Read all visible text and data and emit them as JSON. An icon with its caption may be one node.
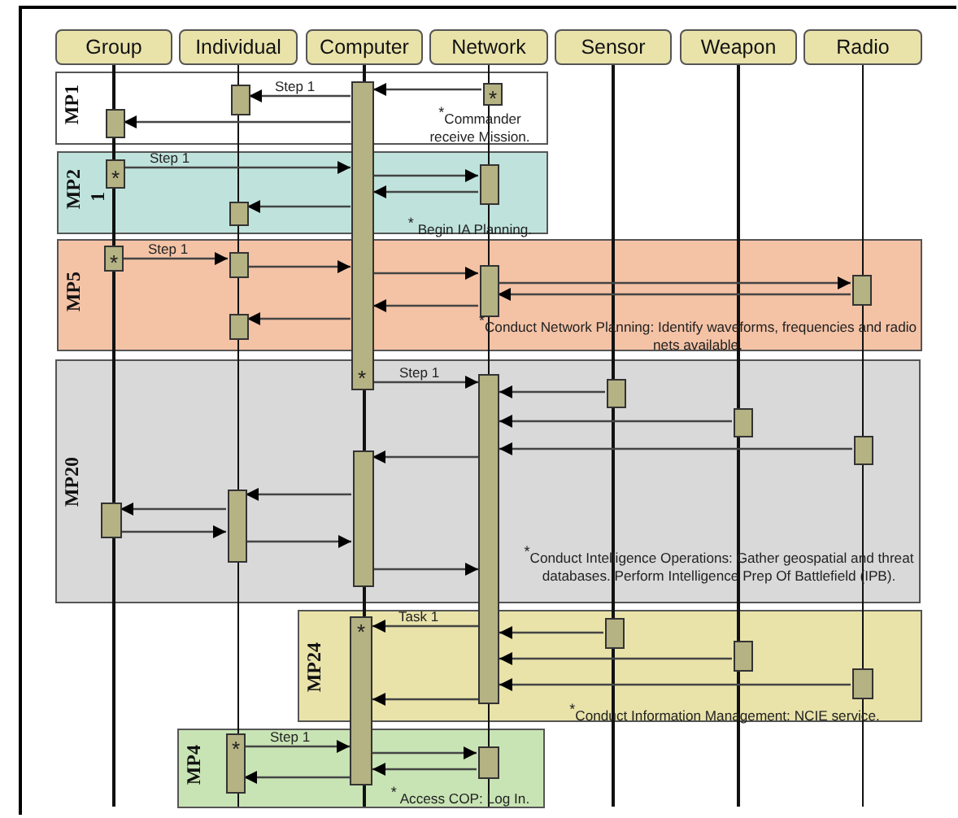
{
  "diagram": {
    "nodes": [
      {
        "text": [
          "Group"
        ]
      },
      {
        "text": [
          "Individual"
        ]
      },
      {
        "text": [
          "Computer"
        ]
      },
      {
        "text": [
          "Network"
        ]
      },
      {
        "text": [
          "Sensor"
        ]
      },
      {
        "text": [
          "Weapon"
        ]
      },
      {
        "text": [
          "Radio"
        ]
      },
      {
        "text": [
          "MP1",
          "$^{*}$Commander receive Mission."
        ]
      },
      {
        "text": [],
        "shape": "bar",
        "in": 7
      },
      {
        "text": [
          "*"
        ],
        "in": 7
      },
      {
        "text": [],
        "shape": "bar",
        "in": 7
      },
      {
        "text": [
          "*"
        ]
      },
      {
        "text": [
          "MP2",
          "1",
          "$^{*}$ Begin IA Planning."
        ]
      },
      {
        "text": [
          "*"
        ],
        "in": 12
      },
      {
        "text": [],
        "shape": "bar",
        "in": 12
      },
      {
        "text": [],
        "shape": "bar",
        "in": 12
      },
      {
        "text": [
          "MP5",
          "$^{*}$Conduct Network Planning: Identify waveforms, frequencies and radio nets available."
        ]
      },
      {
        "text": [
          "*"
        ],
        "in": 16
      },
      {
        "text": [],
        "shape": "bar",
        "in": 16
      },
      {
        "text": [],
        "shape": "bar",
        "in": 16
      },
      {
        "text": [],
        "shape": "bar",
        "in": 16
      },
      {
        "text": [],
        "shape": "bar",
        "in": 16
      },
      {
        "text": [
          "MP20",
          "$^{*}$Conduct Intelligence Operations: Gather geospatial and threat databases.  Perform Intelligence Prep Of Battlefield (IPB)."
        ]
      },
      {
        "text": [],
        "shape": "bar"
      },
      {
        "text": [],
        "shape": "bar",
        "in": 22
      },
      {
        "text": [],
        "shape": "bar",
        "in": 22
      },
      {
        "text": [],
        "shape": "bar",
        "in": 22
      },
      {
        "text": [],
        "shape": "bar",
        "in": 22
      },
      {
        "text": [],
        "shape": "bar",
        "in": 22
      },
      {
        "text": [],
        "shape": "bar",
        "in": 22
      },
      {
        "text": [
          "MP24",
          "$^{*}$Conduct Information Management: NCIE service."
        ]
      },
      {
        "text": [
          "*"
        ]
      },
      {
        "text": [],
        "shape": "bar",
        "in": 30
      },
      {
        "text": [],
        "shape": "bar",
        "in": 30
      },
      {
        "text": [],
        "shape": "bar",
        "in": 30
      },
      {
        "text": [
          "MP4",
          "$^{*}$ Access COP: Log In."
        ]
      },
      {
        "text": [
          "*"
        ],
        "in": 35
      },
      {
        "text": [],
        "shape": "bar",
        "in": 35
      },
      {
        "text": [],
        "shape": "line"
      },
      {
        "text": [],
        "shape": "line"
      },
      {
        "text": [],
        "shape": "line"
      },
      {
        "text": [],
        "shape": "line"
      },
      {
        "text": [],
        "shape": "line"
      },
      {
        "text": [],
        "shape": "line"
      },
      {
        "text": [],
        "shape": "line"
      }
    ],
    "edges": [
      {
        "from": 11,
        "to": 8,
        "arrow": "to",
        "label": "Step 1"
      },
      {
        "from": 9,
        "to": 11,
        "arrow": "to"
      },
      {
        "from": 11,
        "to": 10,
        "arrow": "to"
      },
      {
        "from": 13,
        "to": 11,
        "arrow": "to",
        "label": "Step 1"
      },
      {
        "from": 11,
        "to": 14,
        "arrow": "to"
      },
      {
        "from": 14,
        "to": 11,
        "arrow": "to"
      },
      {
        "from": 11,
        "to": 15,
        "arrow": "to"
      },
      {
        "from": 17,
        "to": 18,
        "arrow": "to",
        "label": "Step 1"
      },
      {
        "from": 18,
        "to": 11,
        "arrow": "to"
      },
      {
        "from": 11,
        "to": 19,
        "arrow": "to"
      },
      {
        "from": 19,
        "to": 20,
        "arrow": "to"
      },
      {
        "from": 20,
        "to": 19,
        "arrow": "to"
      },
      {
        "from": 19,
        "to": 11,
        "arrow": "to"
      },
      {
        "from": 11,
        "to": 21,
        "arrow": "to"
      },
      {
        "from": 11,
        "to": 23,
        "arrow": "to",
        "label": "Step 1"
      },
      {
        "from": 24,
        "to": 23,
        "arrow": "to"
      },
      {
        "from": 25,
        "to": 23,
        "arrow": "to"
      },
      {
        "from": 26,
        "to": 23,
        "arrow": "to"
      },
      {
        "from": 23,
        "to": 27,
        "arrow": "to"
      },
      {
        "from": 27,
        "to": 28,
        "arrow": "to"
      },
      {
        "from": 28,
        "to": 29,
        "arrow": "to"
      },
      {
        "from": 29,
        "to": 28,
        "arrow": "to"
      },
      {
        "from": 28,
        "to": 27,
        "arrow": "to"
      },
      {
        "from": 27,
        "to": 23,
        "arrow": "to"
      },
      {
        "from": 23,
        "to": 31,
        "arrow": "to",
        "label": "Task 1"
      },
      {
        "from": 32,
        "to": 23,
        "arrow": "to"
      },
      {
        "from": 33,
        "to": 23,
        "arrow": "to"
      },
      {
        "from": 34,
        "to": 23,
        "arrow": "to"
      },
      {
        "from": 23,
        "to": 31,
        "arrow": "to"
      },
      {
        "from": 36,
        "to": 31,
        "arrow": "to",
        "label": "Step 1"
      },
      {
        "from": 31,
        "to": 37,
        "arrow": "to"
      },
      {
        "from": 37,
        "to": 31,
        "arrow": "to"
      },
      {
        "from": 31,
        "to": 36,
        "arrow": "to"
      }
    ]
  }
}
